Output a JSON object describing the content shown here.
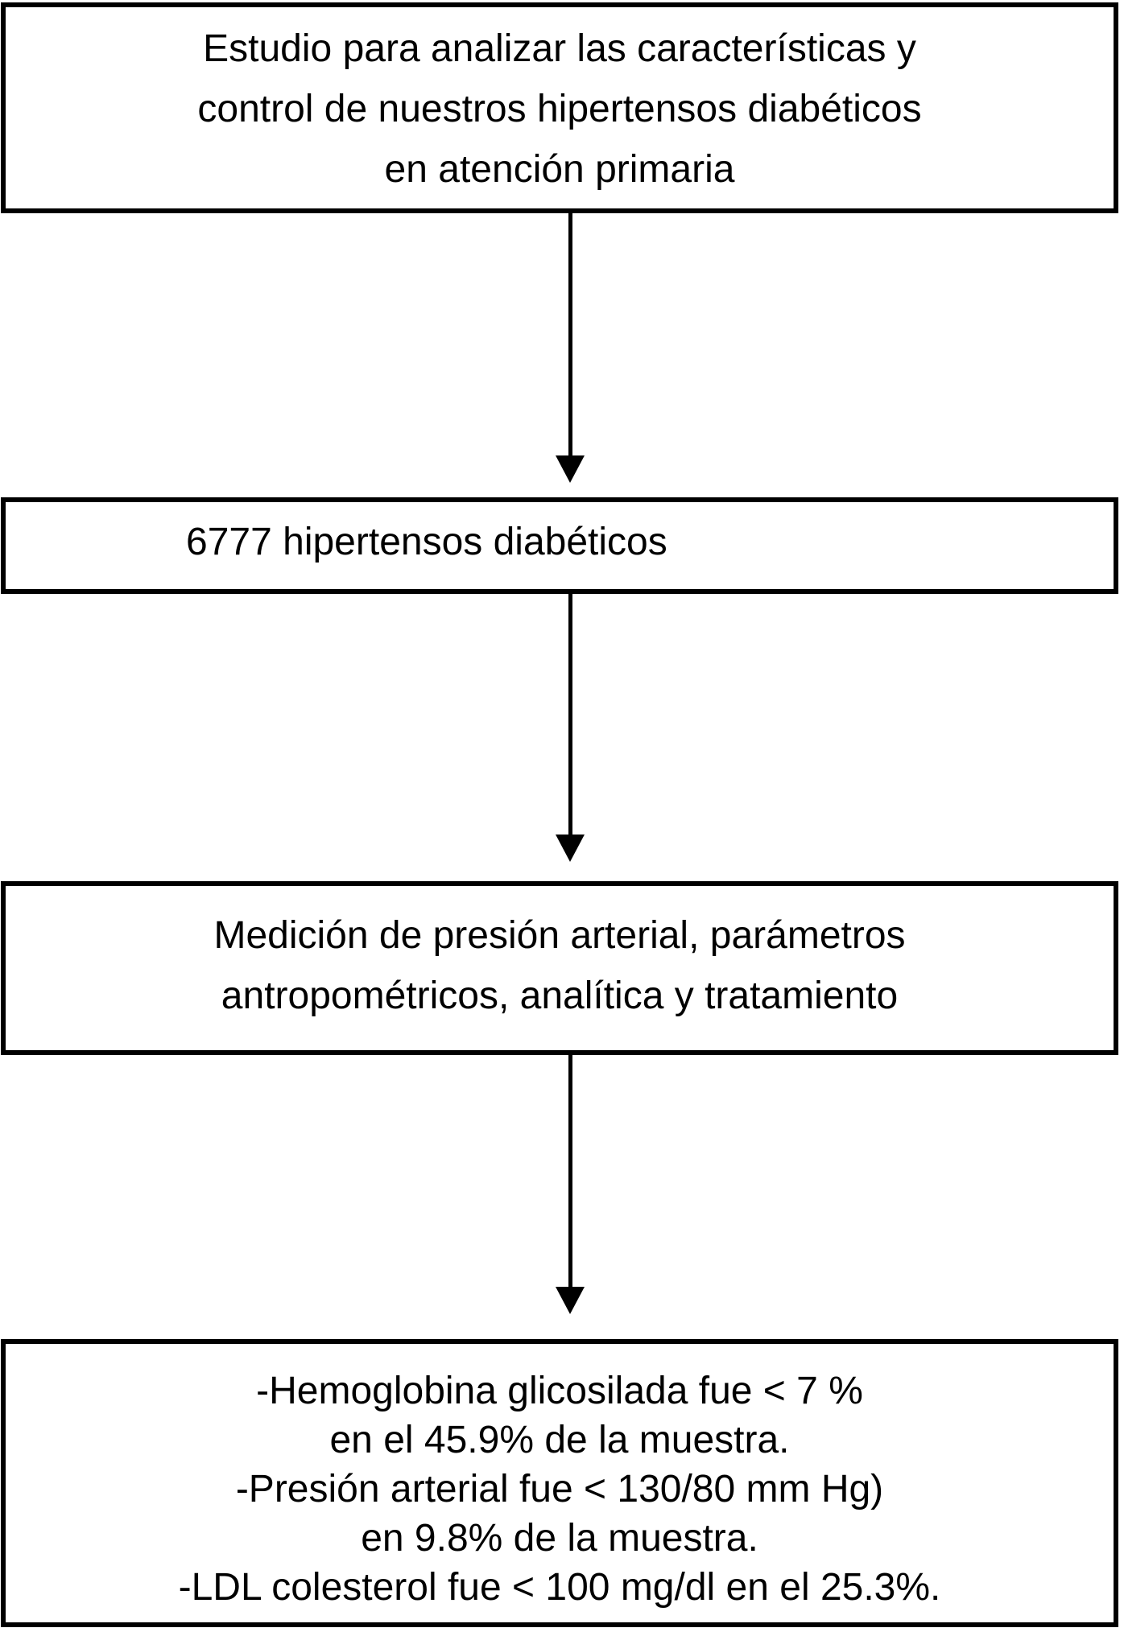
{
  "colors": {
    "foreground": "#000000",
    "background": "#ffffff"
  },
  "flowchart": {
    "box1": {
      "lines": [
        "Estudio para analizar las características y",
        "control de nuestros hipertensos diabéticos",
        "en atención primaria"
      ]
    },
    "box2": {
      "text": "6777 hipertensos diabéticos"
    },
    "box3": {
      "lines": [
        "Medición de presión arterial, parámetros",
        "antropométricos, analítica y tratamiento"
      ]
    },
    "box4": {
      "lines": [
        "-Hemoglobina glicosilada fue < 7 %",
        "en el 45.9% de la muestra.",
        "-Presión arterial fue < 130/80 mm Hg)",
        "en 9.8% de la muestra.",
        "-LDL colesterol fue < 100 mg/dl en el 25.3%."
      ]
    }
  }
}
